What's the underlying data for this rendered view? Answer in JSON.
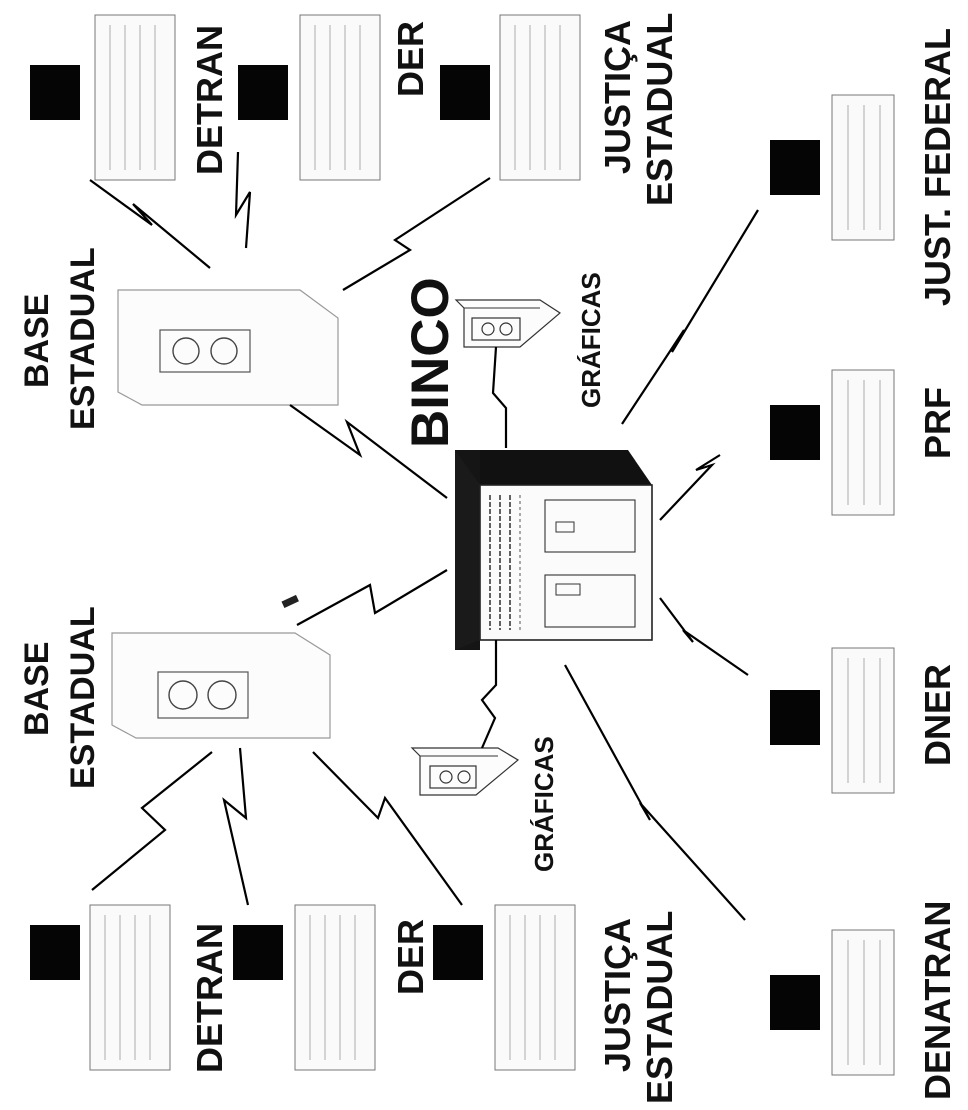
{
  "center": {
    "label": "BINCO"
  },
  "bases": [
    {
      "id": "base-top",
      "line1": "BASE",
      "line2": "ESTADUAL"
    },
    {
      "id": "base-bottom",
      "line1": "BASE",
      "line2": "ESTADUAL"
    }
  ],
  "graphics": [
    {
      "id": "graficas-top",
      "label": "GRÁFICAS"
    },
    {
      "id": "graficas-bottom",
      "label": "GRÁFICAS"
    }
  ],
  "terminals_top": [
    {
      "label": "DETRAN"
    },
    {
      "label": "DER"
    },
    {
      "line1": "JUSTIÇA",
      "line2": "ESTADUAL"
    }
  ],
  "terminals_bottom": [
    {
      "label": "DETRAN"
    },
    {
      "label": "DER"
    },
    {
      "line1": "JUSTIÇA",
      "line2": "ESTADUAL"
    }
  ],
  "terminals_federal": [
    {
      "label": "JUST. FEDERAL"
    },
    {
      "label": "PRF"
    },
    {
      "label": "DNER"
    },
    {
      "label": "DENATRAN"
    }
  ]
}
